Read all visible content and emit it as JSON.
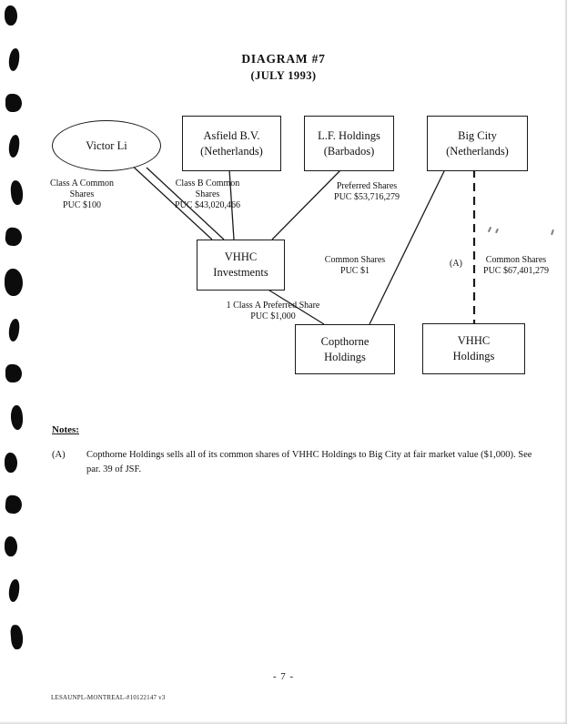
{
  "title": {
    "line1": "DIAGRAM #7",
    "line2": "(JULY 1993)"
  },
  "diagram": {
    "nodes": {
      "victor_li": "Victor Li",
      "asfield": "Asfield B.V.\n(Netherlands)",
      "lf_holdings": "L.F. Holdings\n(Barbados)",
      "big_city": "Big City\n(Netherlands)",
      "vhhc_investments": "VHHC\nInvestments",
      "copthorne": "Copthorne\nHoldings",
      "vhhc_holdings": "VHHC\nHoldings"
    },
    "edge_labels": {
      "class_a": "Class A Common\nShares\nPUC $100",
      "class_b": "Class B Common\nShares\nPUC $43,020,466",
      "preferred": "Preferred Shares\nPUC $53,716,279",
      "common_puc1": "Common Shares\nPUC $1",
      "note_marker": "(A)",
      "common_puc67": "Common Shares\nPUC $67,401,279",
      "preferred_share": "1 Class A Preferred Share\nPUC $1,000"
    }
  },
  "notes": {
    "heading": "Notes:",
    "items": [
      {
        "label": "(A)",
        "text": "Copthorne Holdings sells all of its common shares of VHHC Holdings to Big City at fair market value ($1,000). See par. 39 of JSF."
      }
    ]
  },
  "footer": {
    "page_number": "- 7 -",
    "doc_ref": "LESAUNPL-MONTREAL-#10122147 v3"
  }
}
